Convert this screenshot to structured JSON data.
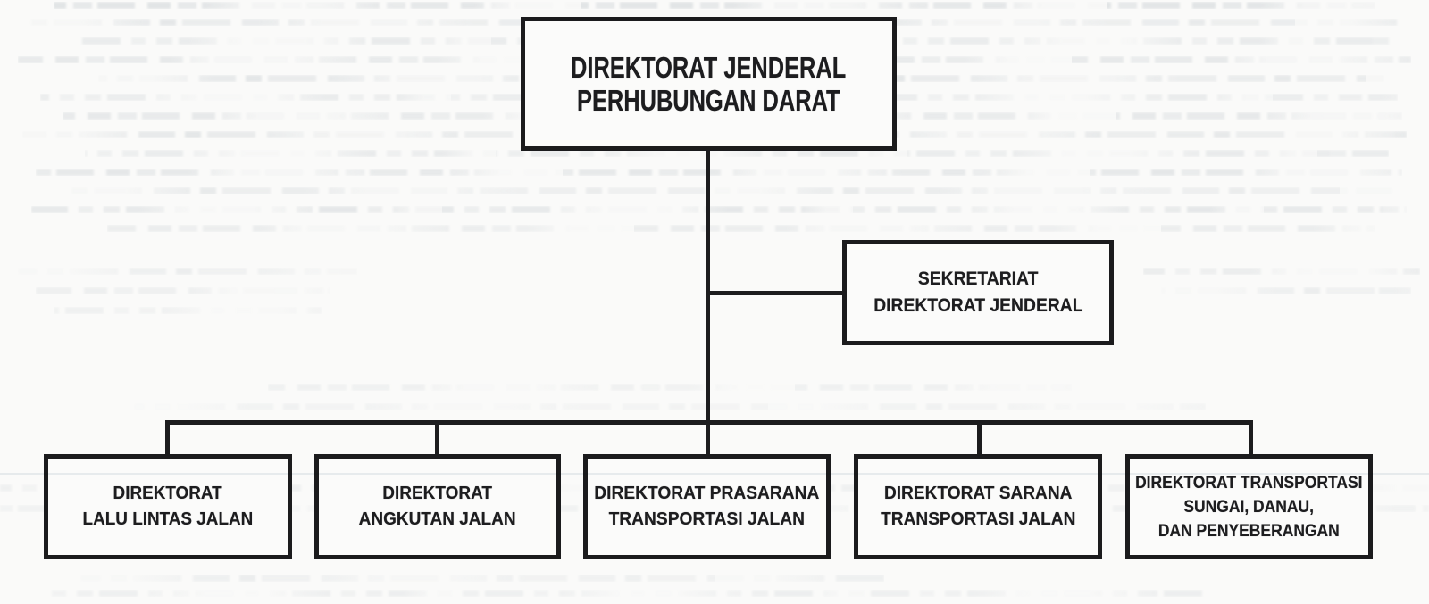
{
  "page": {
    "kind": "scanned organizational chart",
    "paper_color": "#fafaf9",
    "ink_color": "#1b1b1d"
  },
  "nodes": {
    "root": {
      "lines": [
        "DIREKTORAT JENDERAL",
        "PERHUBUNGAN DARAT"
      ]
    },
    "secretariat": {
      "lines": [
        "SEKRETARIAT",
        "DIREKTORAT JENDERAL"
      ]
    },
    "d1": {
      "lines": [
        "DIREKTORAT",
        "LALU LINTAS JALAN"
      ]
    },
    "d2": {
      "lines": [
        "DIREKTORAT",
        "ANGKUTAN JALAN"
      ]
    },
    "d3": {
      "lines": [
        "DIREKTORAT PRASARANA",
        "TRANSPORTASI JALAN"
      ]
    },
    "d4": {
      "lines": [
        "DIREKTORAT SARANA",
        "TRANSPORTASI JALAN"
      ]
    },
    "d5": {
      "lines": [
        "DIREKTORAT TRANSPORTASI",
        "SUNGAI, DANAU,",
        "DAN PENYEBERANGAN"
      ]
    }
  },
  "edges": [
    {
      "from": "root",
      "to": "secretariat"
    },
    {
      "from": "root",
      "to": "d1"
    },
    {
      "from": "root",
      "to": "d2"
    },
    {
      "from": "root",
      "to": "d3"
    },
    {
      "from": "root",
      "to": "d4"
    },
    {
      "from": "root",
      "to": "d5"
    }
  ]
}
